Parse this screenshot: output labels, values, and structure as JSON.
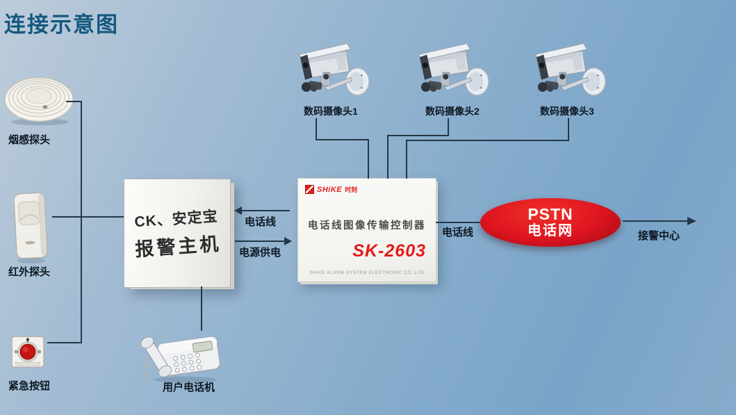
{
  "title": "连接示意图",
  "labels": {
    "smoke": "烟感探头",
    "infrared": "红外探头",
    "emergency": "紧急按钮",
    "phone": "用户电话机"
  },
  "cameras": [
    {
      "label": "数码摄像头1"
    },
    {
      "label": "数码摄像头2"
    },
    {
      "label": "数码摄像头3"
    }
  ],
  "host": {
    "line1": "CK、安定宝",
    "line2": "报警主机"
  },
  "controller": {
    "brand_en": "SHiKE",
    "brand_cn": "时刻",
    "name": "电话线图像传输控制器",
    "model": "SK-2603",
    "company": "SHIKE ALARM SYSTEM ELECTRONIC CO.,LTD"
  },
  "pstn": {
    "line1": "PSTN",
    "line2": "电话网"
  },
  "connections": {
    "phone_line_left": "电话线",
    "power_supply": "电源供电",
    "phone_line_right": "电话线",
    "alarm_center": "接警中心"
  },
  "colors": {
    "background_top_left": "#bdccda",
    "background_right": "#7aa4c8",
    "title_blue": "#14587f",
    "wire_dark": "#243746",
    "pstn_red": "#d81420",
    "brand_red": "#e02020"
  }
}
